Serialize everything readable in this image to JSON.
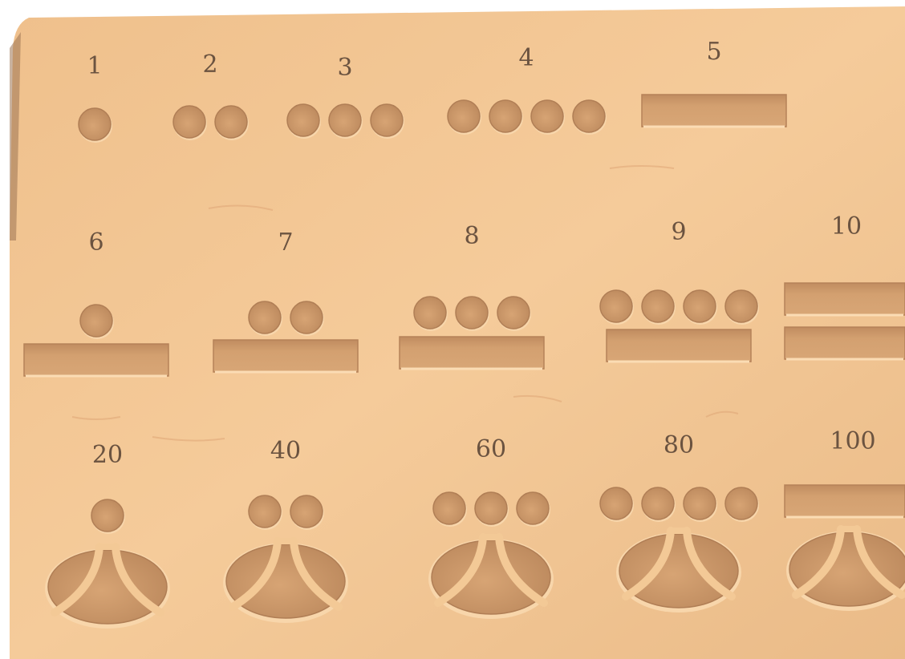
{
  "image": {
    "subject": "Mayan numerals carved in a sandstone slab",
    "colors": {
      "stone_light": "#f3c694",
      "stone_mid": "#e8b480",
      "recess": "#cf9a6a",
      "recess_dark": "#b7825a",
      "label": "#6b5340"
    }
  },
  "numerals": [
    {
      "label": "1",
      "dots": 1,
      "bars": 0,
      "shell": false
    },
    {
      "label": "2",
      "dots": 2,
      "bars": 0,
      "shell": false
    },
    {
      "label": "3",
      "dots": 3,
      "bars": 0,
      "shell": false
    },
    {
      "label": "4",
      "dots": 4,
      "bars": 0,
      "shell": false
    },
    {
      "label": "5",
      "dots": 0,
      "bars": 1,
      "shell": false
    },
    {
      "label": "6",
      "dots": 1,
      "bars": 1,
      "shell": false
    },
    {
      "label": "7",
      "dots": 2,
      "bars": 1,
      "shell": false
    },
    {
      "label": "8",
      "dots": 3,
      "bars": 1,
      "shell": false
    },
    {
      "label": "9",
      "dots": 4,
      "bars": 1,
      "shell": false
    },
    {
      "label": "10",
      "dots": 0,
      "bars": 2,
      "shell": false
    },
    {
      "label": "20",
      "dots": 1,
      "bars": 0,
      "shell": true
    },
    {
      "label": "40",
      "dots": 2,
      "bars": 0,
      "shell": true
    },
    {
      "label": "60",
      "dots": 3,
      "bars": 0,
      "shell": true
    },
    {
      "label": "80",
      "dots": 4,
      "bars": 0,
      "shell": true
    },
    {
      "label": "100",
      "dots": 0,
      "bars": 1,
      "shell": true
    }
  ]
}
